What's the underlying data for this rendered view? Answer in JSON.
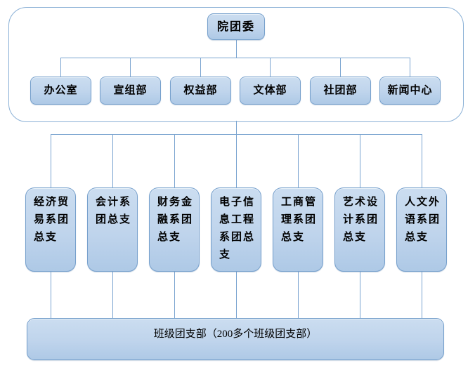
{
  "colors": {
    "node_border": "#76a0cc",
    "node_fill_top": "#cbddf0",
    "node_fill_bottom": "#aec9e6",
    "connector": "#7aa4d0",
    "frame_border": "#8ab0d6",
    "text": "#000000",
    "background": "#ffffff"
  },
  "root": {
    "label": "院团委"
  },
  "departments": [
    "办公室",
    "宣组部",
    "权益部",
    "文体部",
    "社团部",
    "新闻中心"
  ],
  "branches": [
    "经济贸易系团总支",
    "会计系团总支",
    "财务金融系团总支",
    "电子信息工程系团总支",
    "工商管理系团总支",
    "艺术设计系团总支",
    "人文外语系团总支"
  ],
  "bottom": {
    "label": "班级团支部（200多个班级团支部）"
  }
}
